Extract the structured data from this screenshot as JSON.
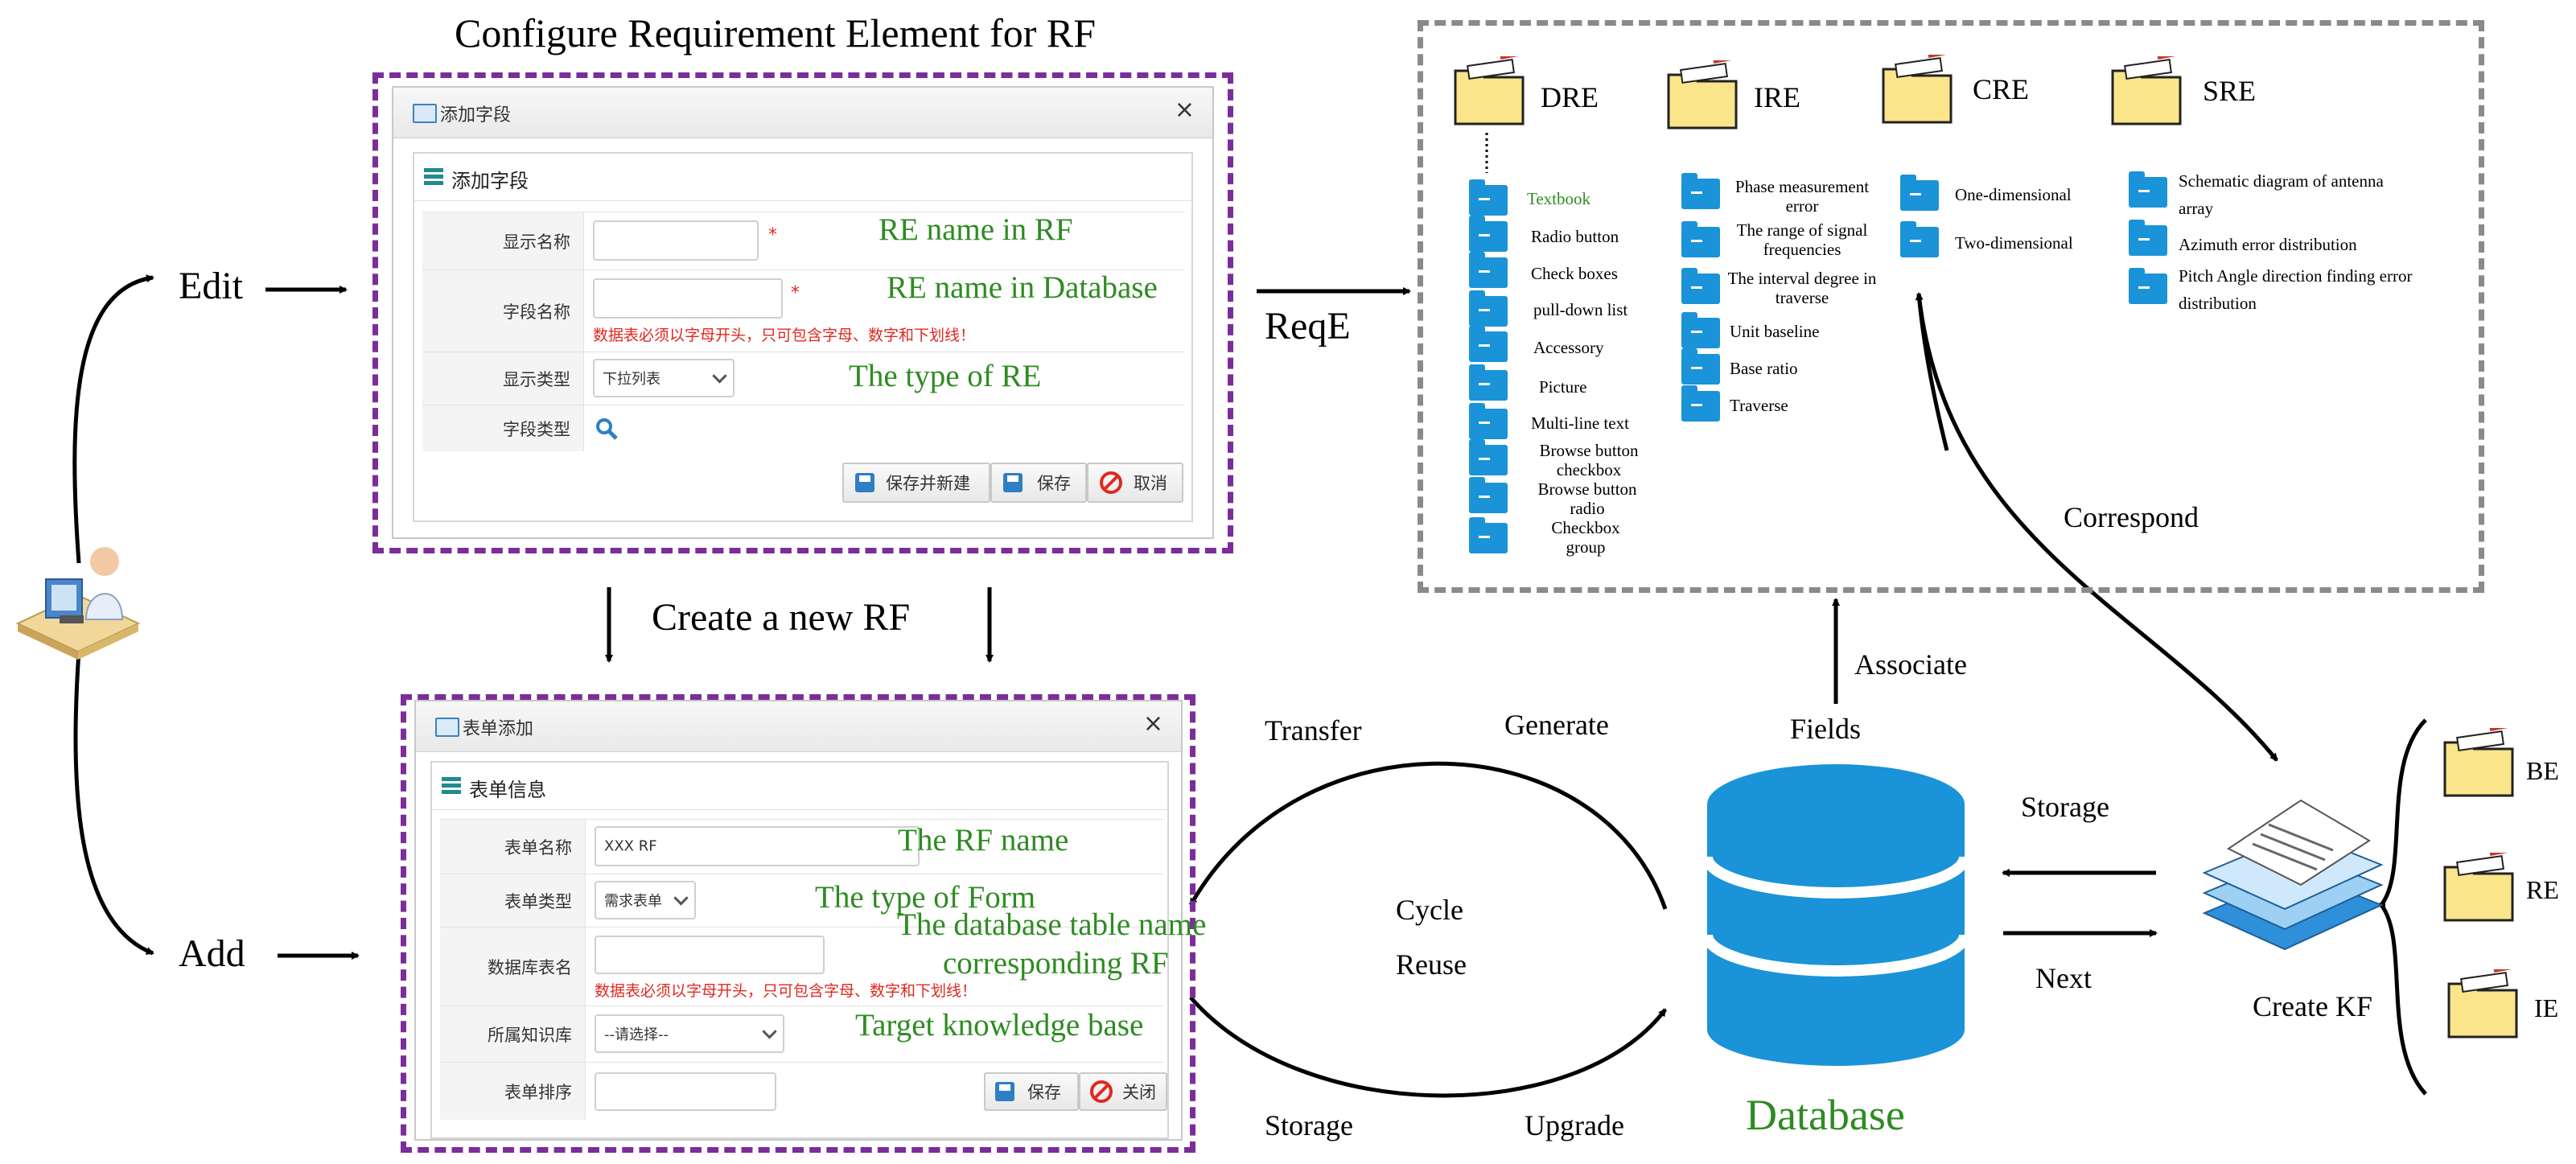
{
  "title": "Configure Requirement Element for RF",
  "top_window": {
    "title": "添加字段",
    "panel_title": "添加字段",
    "rows": [
      {
        "label": "显示名称"
      },
      {
        "label": "字段名称",
        "error": "数据表必须以字母开头，只可包含字母、数字和下划线！"
      },
      {
        "label": "显示类型",
        "value": "下拉列表"
      },
      {
        "label": "字段类型"
      }
    ],
    "buttons": {
      "save_new": "保存并新建",
      "save": "保存",
      "cancel": "取消"
    }
  },
  "top_annotations": {
    "re_name_rf": "RE name in RF",
    "re_name_db": "RE name in Database",
    "re_type": "The type of RE"
  },
  "bottom_window": {
    "title": "表单添加",
    "panel_title": "表单信息",
    "rows": [
      {
        "label": "表单名称",
        "value": "XXX RF"
      },
      {
        "label": "表单类型",
        "value": "需求表单"
      },
      {
        "label": "数据库表名",
        "error": "数据表必须以字母开头，只可包含字母、数字和下划线！"
      },
      {
        "label": "所属知识库",
        "value": "--请选择--"
      },
      {
        "label": "表单排序"
      }
    ],
    "buttons": {
      "save": "保存",
      "close": "关闭"
    }
  },
  "bottom_annotations": {
    "rf_name": "The RF name",
    "form_type": "The type of Form",
    "db_table_1": "The database table name",
    "db_table_2": "corresponding RF",
    "target_kb": "Target knowledge base"
  },
  "labels": {
    "edit": "Edit",
    "add": "Add",
    "create_rf": "Create a new RF",
    "reqe": "ReqE",
    "correspond": "Correspond",
    "associate": "Associate",
    "fields": "Fields",
    "transfer": "Transfer",
    "generate": "Generate",
    "cycle": "Cycle",
    "reuse": "Reuse",
    "storage_left": "Storage",
    "upgrade": "Upgrade",
    "database": "Database",
    "storage_right": "Storage",
    "next": "Next",
    "create_kf": "Create KF"
  },
  "reqe_groups": {
    "dre": {
      "name": "DRE",
      "items": [
        "Textbook",
        "Radio button",
        "Check boxes",
        "pull-down list",
        "Accessory",
        "Picture",
        "Multi-line text",
        "Browse button checkbox",
        "Browse button radio",
        "Checkbox group"
      ]
    },
    "ire": {
      "name": "IRE",
      "items": [
        "Phase measurement error",
        "The range of signal frequencies",
        "The interval degree in traverse",
        "Unit baseline",
        "Base ratio",
        "Traverse"
      ]
    },
    "cre": {
      "name": "CRE",
      "items": [
        "One-dimensional",
        "Two-dimensional"
      ]
    },
    "sre": {
      "name": "SRE",
      "items": [
        "Schematic diagram of antenna array",
        "Azimuth error distribution",
        "Pitch Angle direction finding error distribution"
      ]
    }
  },
  "kf_folders": [
    "BE",
    "RE",
    "IE"
  ],
  "colors": {
    "purple": "#7b2d9a",
    "gray": "#8a8a8a",
    "green": "#2e8b22",
    "blue": "#1a93d8",
    "red": "#e0281f"
  }
}
